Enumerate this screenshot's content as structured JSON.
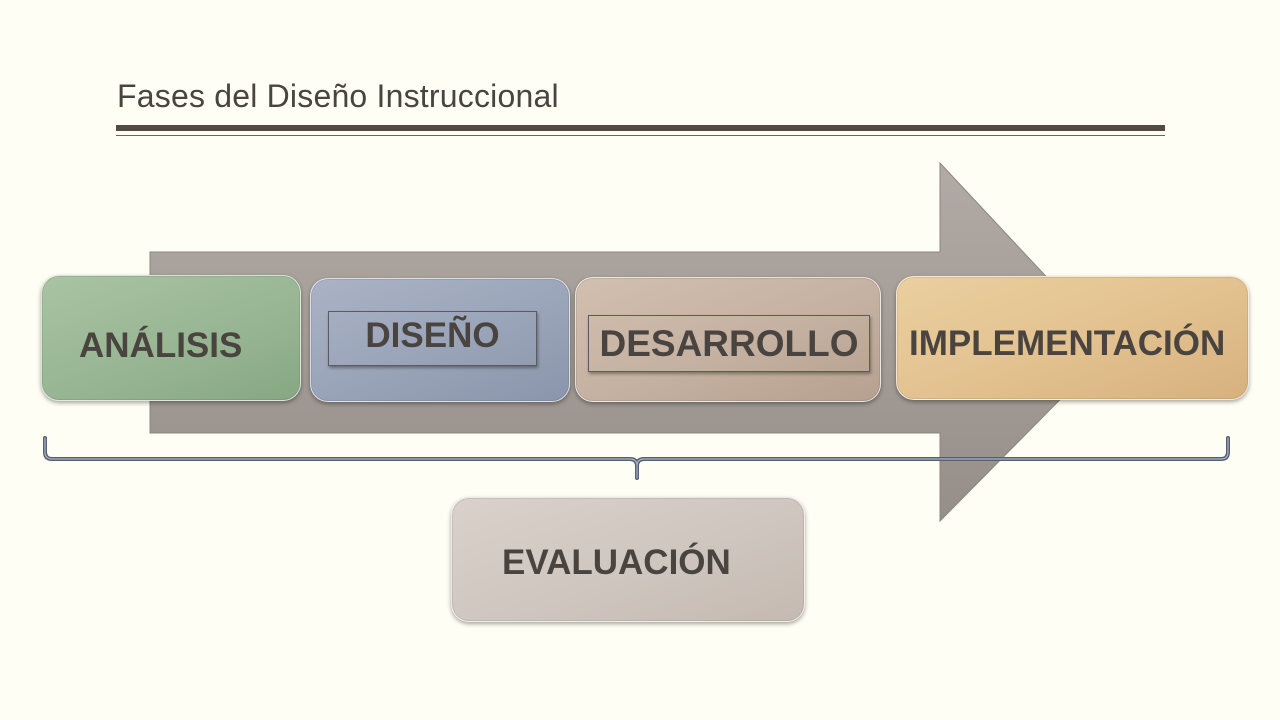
{
  "title": "Fases del Diseño Instruccional",
  "phases": {
    "analisis": "ANÁLISIS",
    "diseno": "DISEÑO",
    "desarrollo": "DESARROLLO",
    "implementacion": "IMPLEMENTACIÓN",
    "evaluacion": "EVALUACIÓN"
  },
  "colors": {
    "background": "#fefef4",
    "arrow": "#a39c97",
    "analisis": "#98b693",
    "diseno": "#9aa4b8",
    "desarrollo": "#c5b1a1",
    "implementacion": "#e2c18f",
    "evaluacion": "#cfc6bf",
    "brace": "#556070",
    "text": "#4a4440"
  }
}
